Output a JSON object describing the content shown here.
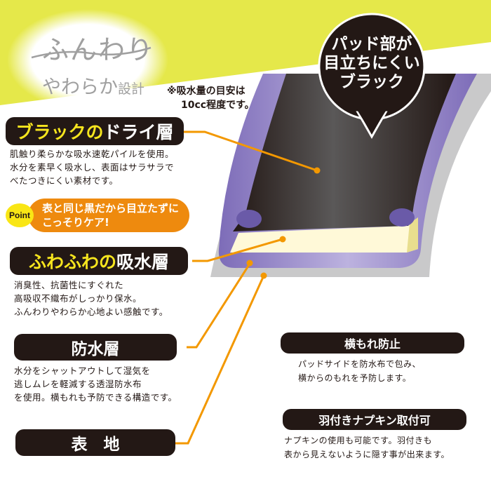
{
  "header": {
    "logo_line1": "ふんわり",
    "logo_line2_kana": "やわらか",
    "logo_line2_kanji": "設計",
    "note_line1": "※吸水量の目安は",
    "note_line2": "10cc程度です。",
    "bubble": [
      "パッド部が",
      "目立ちにくい",
      "ブラック"
    ]
  },
  "layers": [
    {
      "title_accent": "ブラックの",
      "title_main": "ドライ層",
      "description": [
        "肌触り柔らかな吸水速乾パイルを使用。",
        "水分を素早く吸水し、表面はサラサラで",
        "べたつきにくい素材です。"
      ]
    },
    {
      "title_accent": "ふわふわの",
      "title_main": "吸水層",
      "description": [
        "消臭性、抗菌性にすぐれた",
        "高吸収不織布がしっかり保水。",
        "ふんわりやわらか心地よい感触です。"
      ]
    },
    {
      "title_accent": "",
      "title_main": "防水層",
      "description": [
        "水分をシャットアウトして湿気を",
        "逃しムレを軽減する透湿防水布",
        "を使用。横もれも予防できる構造です。"
      ]
    },
    {
      "title_accent": "",
      "title_main": "表　地",
      "description": []
    }
  ],
  "point": {
    "badge": "Point",
    "text": [
      "表と同じ黒だから目立たずに",
      "こっそりケア!"
    ]
  },
  "features": [
    {
      "title": "横もれ防止",
      "description": [
        "パッドサイドを防水布で包み、",
        "横からのもれを予防します。"
      ]
    },
    {
      "title": "羽付きナプキン取付可",
      "description": [
        "ナプキンの使用も可能です。羽付きも",
        "表から見えないように隠す事が出来ます。"
      ]
    }
  ],
  "colors": {
    "accent_yellow": "#e5e84a",
    "heading_bg": "#231815",
    "heading_accent": "#f6e51e",
    "leader_line": "#f39800",
    "point_orange": "#ee8a0e",
    "purple": "#8f7fc4",
    "gray_surface": "#c9c9ca",
    "cream": "#fff9d8"
  }
}
